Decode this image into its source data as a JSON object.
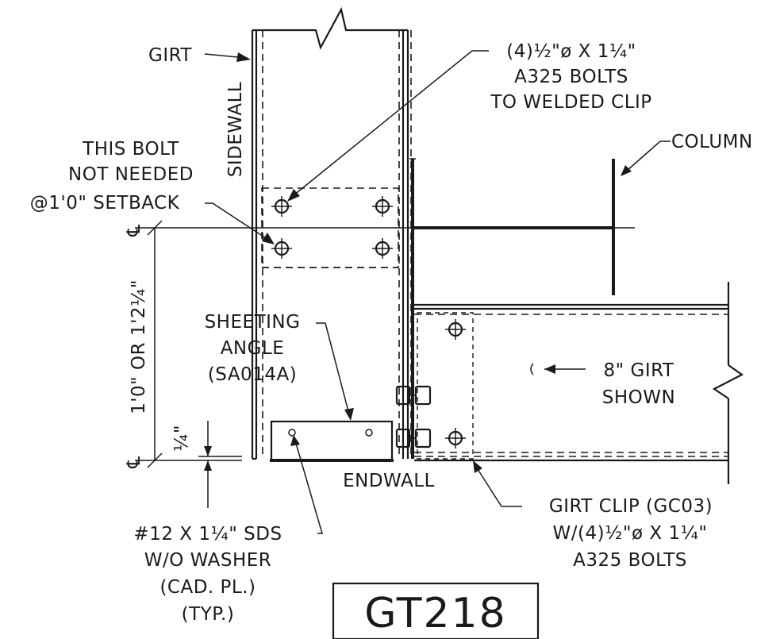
{
  "labels": {
    "girt": "GIRT",
    "sidewall": "SIDEWALL",
    "bolts_line1": "(4)½\"ø X 1¼\"",
    "bolts_line2": "A325 BOLTS",
    "bolts_line3": "TO WELDED CLIP",
    "column": "COLUMN",
    "bolt_note_line1": "THIS BOLT",
    "bolt_note_line2": "NOT NEEDED",
    "bolt_note_line3": "@1'0\" SETBACK",
    "centerline_symbol": "℄",
    "dimension_vertical": "1'0\" OR 1'2¼\"",
    "dimension_quarter": "¼\"",
    "sheeting_line1": "SHEETING",
    "sheeting_line2": "ANGLE",
    "sheeting_line3": "(SA014A)",
    "girt_shown_line1": "8\" GIRT",
    "girt_shown_line2": "SHOWN",
    "endwall": "ENDWALL",
    "girt_clip_line1": "GIRT CLIP (GC03)",
    "girt_clip_line2": "W/(4)½\"ø X 1¼\"",
    "girt_clip_line3": "A325 BOLTS",
    "sds_line1": "#12 X 1¼\" SDS",
    "sds_line2": "W/O WASHER",
    "sds_line3": "(CAD. PL.)",
    "sds_line4": "(TYP.)",
    "detail_id": "GT218"
  }
}
